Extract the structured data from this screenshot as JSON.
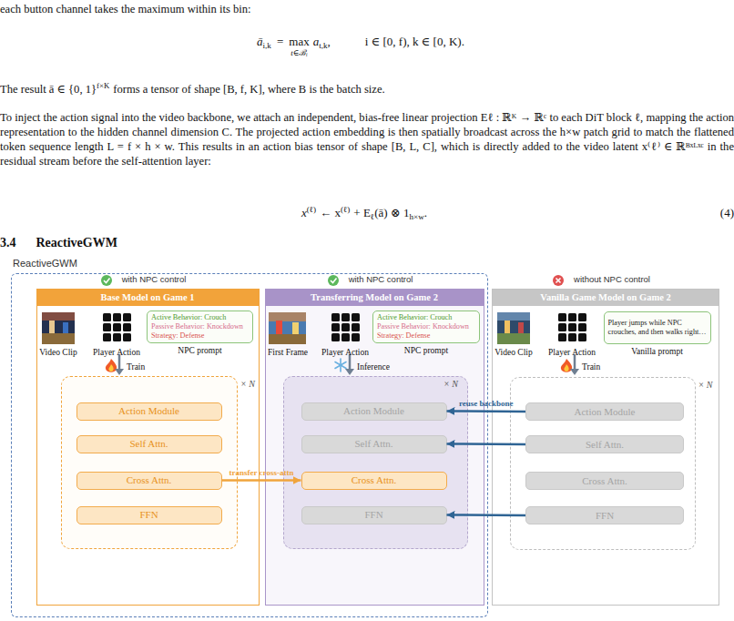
{
  "diagram": {
    "nodes": [
      {
        "text": [
          "ReactiveGWM"
        ]
      },
      {
        "text": [
          "with NPC control",
          "Base Model on Game 1"
        ],
        "in": 0
      },
      {
        "text": [
          "Active Behavior: Crouch",
          "Passive Behavior: Knockdown",
          "Strategy: Defense",
          "NPC prompt"
        ],
        "in": 1
      },
      {
        "text": [
          "× N"
        ],
        "in": 1
      },
      {
        "text": [
          "Action Module"
        ],
        "in": 3
      },
      {
        "text": [
          "Self Attn."
        ],
        "in": 3
      },
      {
        "text": [
          "Cross Attn."
        ],
        "in": 3
      },
      {
        "text": [
          "FFN"
        ],
        "in": 3
      },
      {
        "text": [
          "with NPC control",
          "Transferring Model on Game 2"
        ],
        "in": 0
      },
      {
        "text": [
          "Active Behavior: Crouch",
          "Passive Behavior: Knockdown",
          "Strategy: Defense",
          "NPC prompt"
        ],
        "in": 8
      },
      {
        "text": [
          "× N"
        ],
        "in": 8
      },
      {
        "text": [
          "Action Module"
        ],
        "in": 10
      },
      {
        "text": [
          "Self Attn."
        ],
        "in": 10
      },
      {
        "text": [
          "Cross Attn."
        ],
        "in": 10
      },
      {
        "text": [
          "FFN"
        ],
        "in": 10
      },
      {
        "text": [
          "without NPC control",
          "Vanilla Game Model on Game 2"
        ]
      },
      {
        "text": [
          "Player jumps while NPC crouches, and then walks right…",
          "Vanilla prompt"
        ],
        "in": 15
      },
      {
        "text": [
          "× N"
        ],
        "in": 15
      },
      {
        "text": [
          "Action Module"
        ],
        "in": 17
      },
      {
        "text": [
          "Self Attn."
        ],
        "in": 17
      },
      {
        "text": [
          "Cross Attn."
        ],
        "in": 17
      },
      {
        "text": [
          "FFN"
        ],
        "in": 17
      }
    ],
    "edges": [
      {
        "from": 6,
        "to": 13,
        "arrow": "to",
        "label": "transfer cross-attn"
      },
      {
        "from": 18,
        "to": 11,
        "arrow": "to",
        "label": "reuse backbone"
      },
      {
        "from": 19,
        "to": 12,
        "arrow": "to"
      },
      {
        "from": 21,
        "to": 14,
        "arrow": "to"
      }
    ],
    "labels": [
      "each button channel takes the maximum within its bin:",
      "ā",
      "i,k",
      "=",
      "max",
      "t∈ℬᵢ",
      "a",
      "t,k",
      ",",
      "i ∈ [0, f), k ∈ [0, K).",
      "The result ā ∈ {0, 1}",
      "f×K",
      "forms a tensor of shape [B, f, K], where B is the batch size.",
      "To inject the action signal into the video backbone, we attach an independent, bias-free linear projection Eℓ : ℝᴷ → ℝᶜ to each DiT block ℓ, mapping the action representation to the hidden channel dimension C. The projected action embedding is then spatially broadcast across the h×w patch grid to match the flattened token sequence length L = f × h × w. This results in an action bias tensor of shape [B, L, C], which is directly added to the video latent x⁽ℓ⁾ ∈ ℝᴮˣᴸˣᶜ in the residual stream before the self-attention layer:",
      "x",
      "(ℓ)",
      "← x",
      "(ℓ)",
      "+ E",
      "ℓ",
      "(ā) ⊗ 1",
      "h×w",
      ".",
      "(4)",
      "3.4",
      "ReactiveGWM",
      "Video Clip",
      "Player Action",
      "Train",
      "First Frame",
      "Player Action",
      "Inference",
      "Video Clip",
      "Player Action",
      "Train"
    ]
  }
}
